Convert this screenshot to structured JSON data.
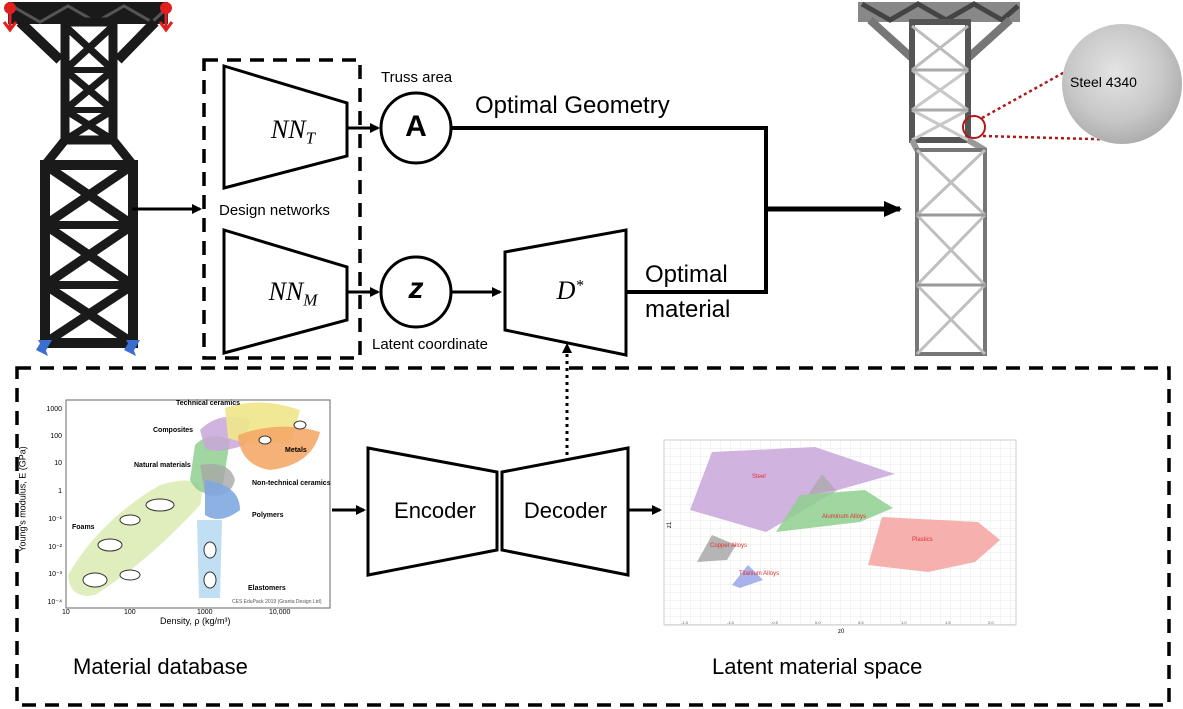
{
  "labels": {
    "truss_area": "Truss area",
    "optimal_geometry": "Optimal Geometry",
    "design_networks": "Design networks",
    "latent_coordinate": "Latent coordinate",
    "optimal_material_line1": "Optimal",
    "optimal_material_line2": "material",
    "material_database": "Material database",
    "latent_material_space": "Latent material space",
    "steel_callout": "Steel 4340"
  },
  "nodes": {
    "nn_t": "NN",
    "nn_t_sub": "T",
    "nn_m": "NN",
    "nn_m_sub": "M",
    "area_symbol": "A",
    "latent_symbol": "z",
    "decoder_star": "D",
    "decoder_star_sup": "*",
    "encoder": "Encoder",
    "decoder": "Decoder"
  },
  "ashby_chart": {
    "ylabel": "Young's modulus, E (GPa)",
    "xlabel": "Density, ρ (kg/m³)",
    "yticks": [
      "1000",
      "100",
      "10",
      "1",
      "10⁻¹",
      "10⁻²",
      "10⁻³",
      "10⁻⁴"
    ],
    "xticks": [
      "10",
      "100",
      "1000",
      "10,000"
    ],
    "regions": [
      "Technical ceramics",
      "Composites",
      "Natural materials",
      "Metals",
      "Non-technical ceramics",
      "Polymers",
      "Foams",
      "Elastomers"
    ],
    "credit": "CES EduPack 2019 (Granta Design Ltd)"
  },
  "latent_chart": {
    "xlabel": "z0",
    "ylabel": "z1",
    "xticks": [
      "-1.5",
      "-1.0",
      "-0.5",
      "0.0",
      "0.5",
      "1.0",
      "1.5",
      "2.0"
    ],
    "clusters": [
      "Steel",
      "Aluminum Alloys",
      "Plastics",
      "Copper Alloys",
      "Titanium Alloys"
    ],
    "colors": {
      "steel": "#c9a6d9",
      "aluminum": "#8fcf8f",
      "plastics": "#f4a3a0",
      "copper": "#a8a8a8",
      "titanium": "#9aa6e8",
      "cluster_label": "#e03030"
    }
  },
  "colors": {
    "load_arrow": "#e02020",
    "support": "#3a6fd0",
    "callout": "#b01818"
  }
}
